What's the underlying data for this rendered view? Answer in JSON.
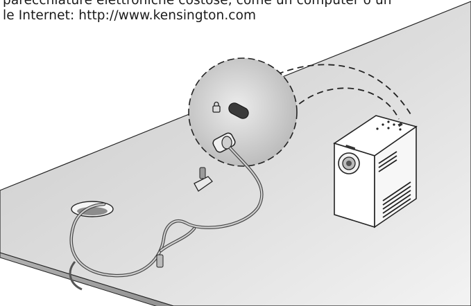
{
  "document": {
    "lines": [
      "parecchiature elettroniche costose, come un computer o un",
      "le Internet: http://www.kensington.com"
    ]
  },
  "illustration": {
    "subject": "kensington-lock-on-projector",
    "colors": {
      "table_top": "#d2d2d2",
      "table_edge": "#9a9a9a",
      "projector_body": "#ffffff",
      "outline": "#222222"
    }
  }
}
